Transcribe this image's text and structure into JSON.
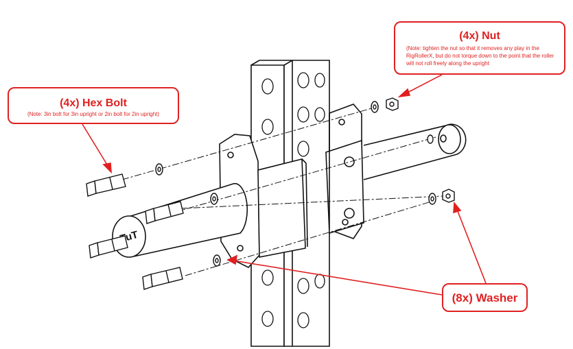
{
  "nut_callout": {
    "title": "(4x) Nut",
    "note": "(Note: tighten the nut so that it removes any play in the RigRollerX, but do not torque down to the point that the roller will not roll freely along the upright"
  },
  "bolt_callout": {
    "title": "(4x) Hex Bolt",
    "note": "(Note: 3in bolt for 3in upright or 2in bolt for 2in upright)"
  },
  "washer_callout": {
    "title": "(8x) Washer"
  },
  "roller_logo": "TuT",
  "colors": {
    "callout": "#e02020",
    "line": "#111111",
    "background": "#ffffff"
  }
}
